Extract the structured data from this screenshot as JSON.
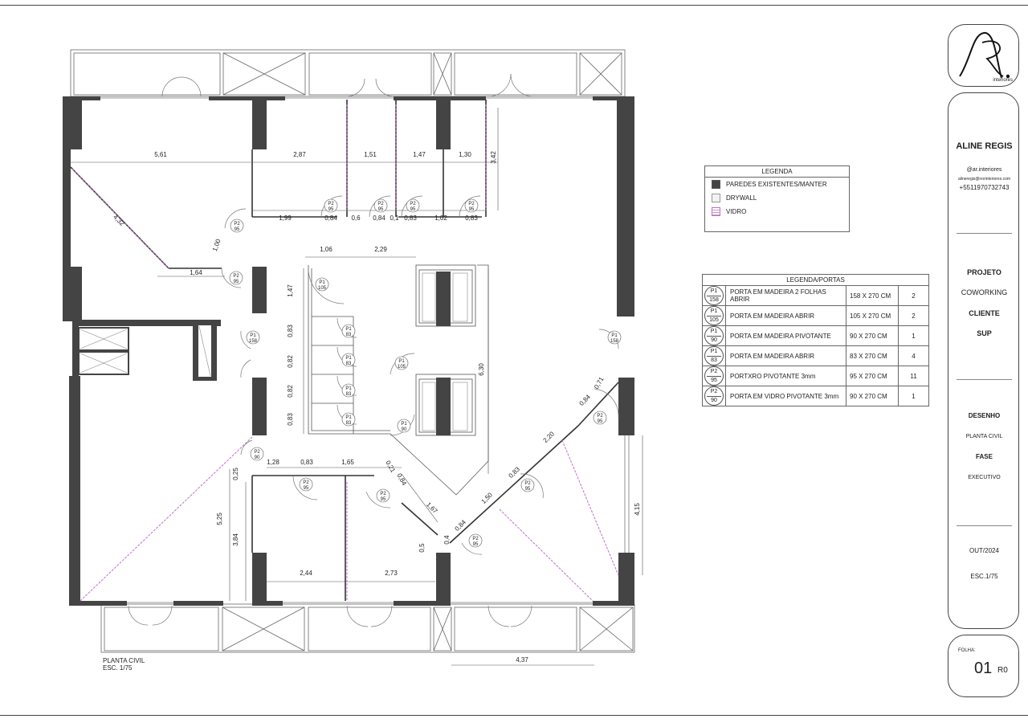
{
  "plan": {
    "title": "PLANTA CIVIL",
    "scale": "ESC. 1/75",
    "dimensions": {
      "top_run": [
        "5,61",
        "2,87",
        "1,51",
        "1,47",
        "1,30"
      ],
      "upper_small": [
        "1,99",
        "0,84",
        "0,6",
        "0,84",
        "0,1",
        "0,83",
        "1,02",
        "0,83"
      ],
      "right_top": "3,42",
      "diag_left": "4,32",
      "diag_small": "1,00",
      "corridor": "1,64",
      "core_top_a": "1,06",
      "core_top_b": "2,29",
      "core_left": [
        "1,47",
        "0,83",
        "0,82",
        "0,82",
        "0,83"
      ],
      "core_height": "6,30",
      "lower_run": [
        "1,28",
        "0,83",
        "1,65"
      ],
      "lower_diag_a": "0,21",
      "lower_diag_b": "0,84",
      "lower_diag_c": "1,67",
      "lower_left_a": "0,25",
      "lower_left_total": "5,25",
      "lower_left_b": "3,84",
      "bottom_a": "2,44",
      "bottom_b": "2,73",
      "small_a": "0,5",
      "small_b": "0,4",
      "small_c": "0,84",
      "right_diag_a": "0,71",
      "right_diag_b": "0,84",
      "right_diag_c": "2,20",
      "right_diag_d": "0,83",
      "right_diag_e": "1,50",
      "right_height": "4,15",
      "bottom_right": "4,37"
    },
    "door_tags": [
      {
        "code": "P2",
        "size": "95"
      },
      {
        "code": "P1",
        "size": "105"
      },
      {
        "code": "P1",
        "size": "83"
      },
      {
        "code": "P1",
        "size": "158"
      },
      {
        "code": "P1",
        "size": "90"
      },
      {
        "code": "P2",
        "size": "90"
      }
    ]
  },
  "legend": {
    "title": "LEGENDA",
    "items": [
      {
        "label": "PAREDES EXISTENTES/MANTER",
        "swatch": "wall",
        "color": "#444444"
      },
      {
        "label": "DRYWALL",
        "swatch": "drywall",
        "color": "#f2f2f2"
      },
      {
        "label": "VIDRO",
        "swatch": "glass",
        "color": "#c06fc8"
      }
    ]
  },
  "door_legend": {
    "title": "LEGENDA/PORTAS",
    "rows": [
      {
        "code": "P1",
        "size": "158",
        "description": "PORTA EM MADEIRA 2 FOLHAS ABRIR",
        "dimension": "158 X 270 CM",
        "qty": "2"
      },
      {
        "code": "P1",
        "size": "105",
        "description": "PORTA EM MADEIRA ABRIR",
        "dimension": "105 X 270 CM",
        "qty": "2"
      },
      {
        "code": "P1",
        "size": "90",
        "description": "PORTA EM MADEIRA PIVOTANTE",
        "dimension": "90 X 270 CM",
        "qty": "1"
      },
      {
        "code": "P1",
        "size": "83",
        "description": "PORTA EM MADEIRA ABRIR",
        "dimension": "83 X 270 CM",
        "qty": "4"
      },
      {
        "code": "P2",
        "size": "95",
        "description": "PORTXRO PIVOTANTE 3mm",
        "dimension": "95 X 270 CM",
        "qty": "11"
      },
      {
        "code": "P2",
        "size": "90",
        "description": "PORTA EM VIDRO PIVOTANTE 3mm",
        "dimension": "90 X 270 CM",
        "qty": "1"
      }
    ]
  },
  "title_block": {
    "logo_caption": "interiores",
    "designer": "ALINE REGIS",
    "instagram": "@ar.interiores",
    "email": "alineregis@norinteriores.com",
    "phone": "+5511970732743",
    "project_label": "PROJETO",
    "project_value": "COWORKING",
    "client_label": "CLIENTE",
    "client_value": "SUP",
    "drawing_label": "DESENHO",
    "drawing_value": "PLANTA CIVIL",
    "phase_label": "FASE",
    "phase_value": "EXECUTIVO",
    "date": "OUT/2024",
    "scale": "ESC.1/75",
    "sheet_label": "FOLHA:",
    "sheet_number": "01",
    "revision": "R0"
  }
}
